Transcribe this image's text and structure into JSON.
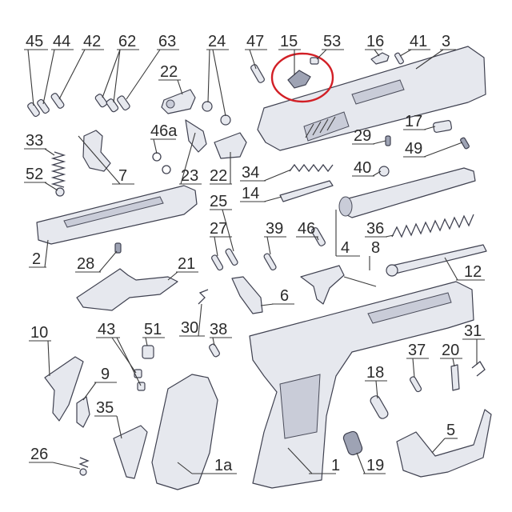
{
  "labels": {
    "p45": "45",
    "p44": "44",
    "p42": "42",
    "p62": "62",
    "p63": "63",
    "p24": "24",
    "p47": "47",
    "p15": "15",
    "p53": "53",
    "p16": "16",
    "p41": "41",
    "p3": "3",
    "p22a": "22",
    "p33": "33",
    "p46a": "46a",
    "p7": "7",
    "p52": "52",
    "p23": "23",
    "p22b": "22",
    "p34": "34",
    "p29": "29",
    "p17": "17",
    "p49": "49",
    "p40": "40",
    "p14": "14",
    "p25": "25",
    "p27": "27",
    "p39": "39",
    "p46": "46",
    "p36": "36",
    "p4": "4",
    "p8": "8",
    "p2": "2",
    "p28": "28",
    "p21": "21",
    "p12": "12",
    "p6": "6",
    "p30": "30",
    "p38": "38",
    "p10": "10",
    "p43": "43",
    "p51": "51",
    "p31": "31",
    "p37": "37",
    "p20": "20",
    "p9": "9",
    "p18": "18",
    "p35": "35",
    "p5": "5",
    "p26": "26",
    "p1a": "1a",
    "p1": "1",
    "p19": "19"
  },
  "highlight": {
    "part": "15",
    "color": "#d21f26"
  }
}
